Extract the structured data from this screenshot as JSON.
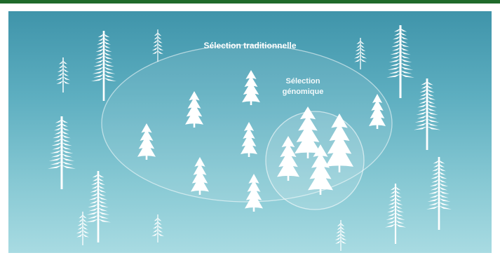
{
  "labels": {
    "traditional": "Sélection traditionnelle",
    "genomic_line1": "Sélection",
    "genomic_line2": "génomique"
  },
  "colors": {
    "sky_top": "#3f94aa",
    "sky_bottom": "#a8dbe2",
    "tree": "#ffffff",
    "top_stripe": "#1f6a2a"
  },
  "icons": {
    "tall_tree": "conifer-tall-icon",
    "young_tree": "conifer-young-icon"
  }
}
